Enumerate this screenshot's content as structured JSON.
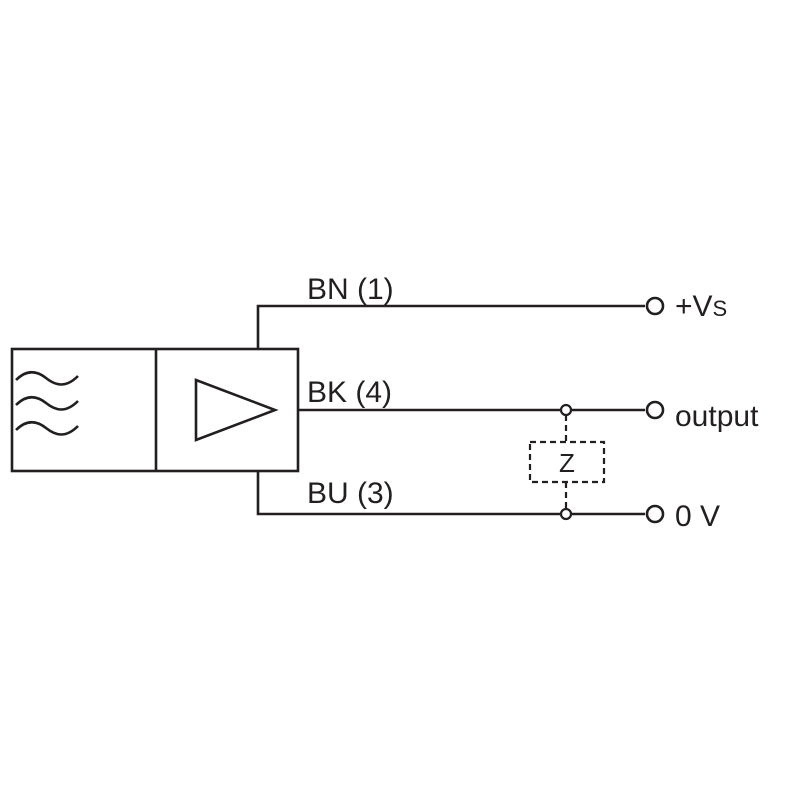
{
  "wires": {
    "brown": {
      "label": "BN (1)",
      "terminal": "+V",
      "terminal_subscript": "S"
    },
    "black": {
      "label": "BK (4)",
      "terminal": "output"
    },
    "blue": {
      "label": "BU (3)",
      "terminal": "0 V"
    }
  },
  "load": {
    "label": "Z"
  },
  "colors": {
    "line": "#231f20",
    "background": "#ffffff"
  },
  "icons": {
    "sensor_face": "wave-icon",
    "amplifier": "triangle-icon"
  }
}
